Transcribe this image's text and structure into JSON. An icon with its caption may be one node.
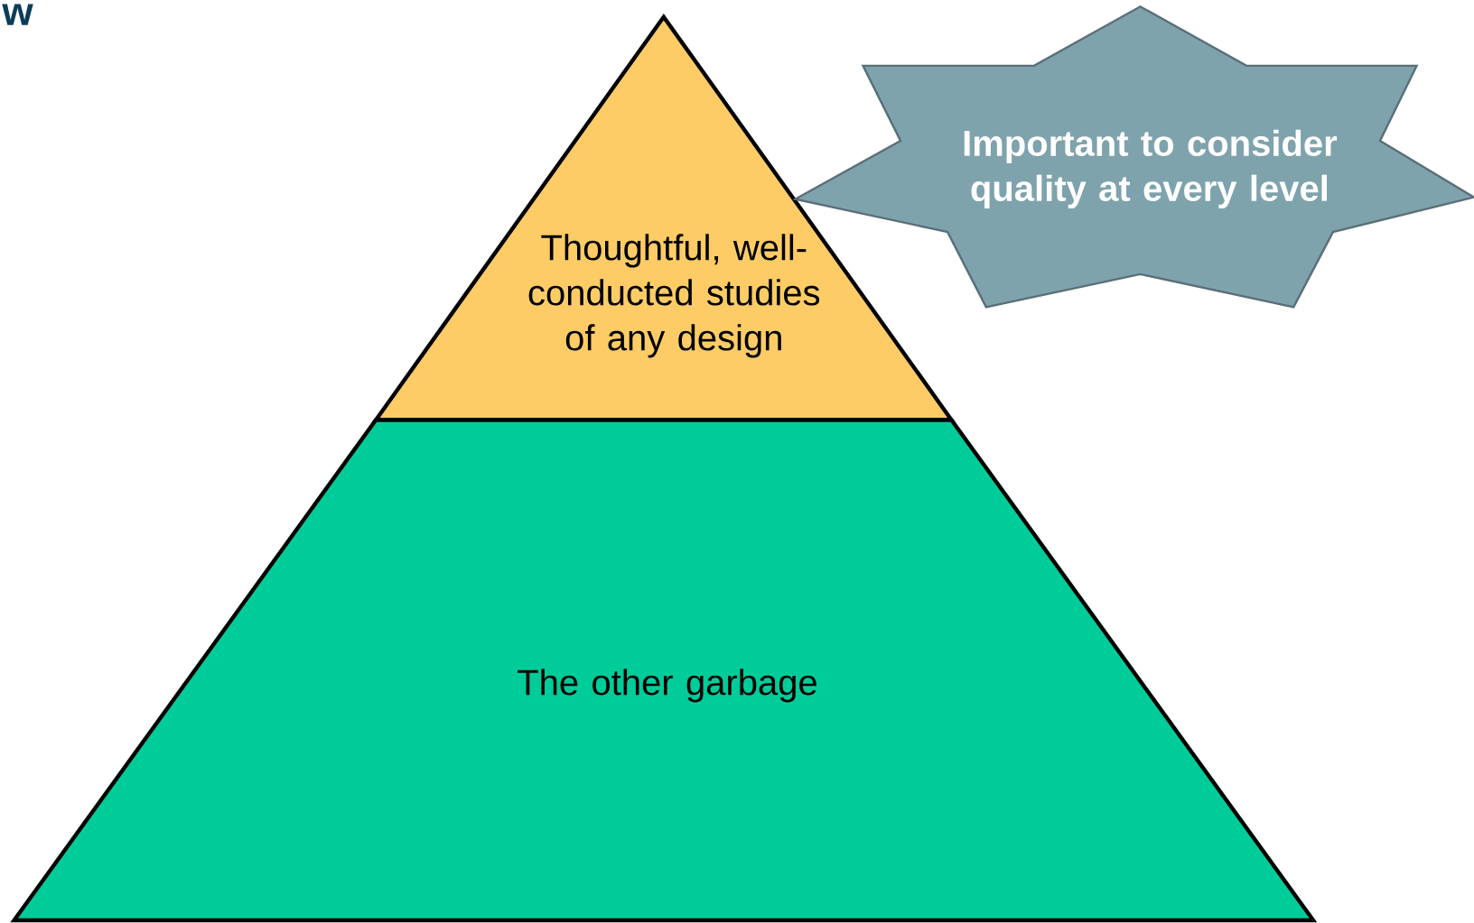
{
  "diagram": {
    "nodes": [
      {
        "text": [
          "Thoughtful, well-conducted studies of any design"
        ]
      },
      {
        "text": [
          "The other garbage"
        ]
      },
      {
        "text": [
          "Important to consider quality at every level"
        ]
      }
    ],
    "labels": [
      "w"
    ]
  }
}
